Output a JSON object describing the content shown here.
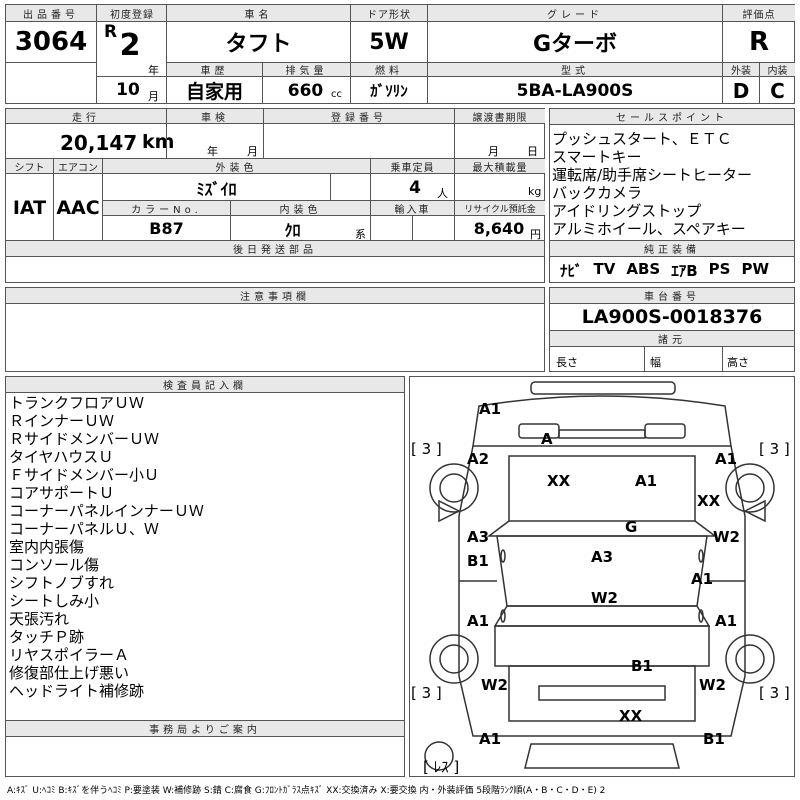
{
  "header": {
    "lot_no_label": "出品番号",
    "lot_no": "3064",
    "first_reg_label": "初度登録",
    "era": "R",
    "reg_year": "2",
    "year_unit": "年",
    "reg_month": "10",
    "month_unit": "月",
    "car_name_label": "車名",
    "car_name": "タフト",
    "history_label": "車歴",
    "history": "自家用",
    "displacement_label": "排気量",
    "displacement": "660",
    "cc_unit": "cc",
    "door_label": "ドア形状",
    "door": "5W",
    "fuel_label": "燃料",
    "fuel": "ｶﾞｿﾘﾝ",
    "grade_label": "グレード",
    "grade": "Gターボ",
    "model_label": "型式",
    "model": "5BA-LA900S",
    "score_label": "評価点",
    "score": "R",
    "exterior_label": "外装",
    "exterior": "D",
    "interior_label": "内装",
    "interior": "C"
  },
  "row2": {
    "mileage_label": "走行",
    "mileage": "20,147",
    "km_unit": "km",
    "inspection_label": "車検",
    "insp_year_unit": "年",
    "insp_month_unit": "月",
    "regno_label": "登録番号",
    "transfer_label": "譲渡書期限",
    "transfer_month_unit": "月",
    "transfer_day_unit": "日",
    "shift_label": "シフト",
    "shift": "IAT",
    "ac_label": "エアコン",
    "ac": "AAC",
    "color_label": "外装色",
    "color": "ﾐｽﾞｲﾛ",
    "capacity_label": "乗車定員",
    "capacity": "4",
    "capacity_unit": "人",
    "load_label": "最大積載量",
    "load_unit": "kg",
    "color_no_label": "カラーNo.",
    "color_no": "B87",
    "int_color_label": "内装色",
    "int_color": "ｸﾛ",
    "int_color_unit": "系",
    "import_label": "輸入車",
    "recycle_label": "リサイクル預託金",
    "recycle": "8,640",
    "yen_unit": "円",
    "later_parts_label": "後日発送部品"
  },
  "sales_points": {
    "label": "セールスポイント",
    "items": [
      "プッシュスタート、ＥＴＣ",
      "スマートキー",
      "運転席/助手席シートヒーター",
      "バックカメラ",
      "アイドリングストップ",
      "アルミホイール、スペアキー"
    ]
  },
  "equipment": {
    "label": "純正装備",
    "items": [
      "ﾅﾋﾞ",
      "TV",
      "ABS",
      "ｴｱB",
      "PS",
      "PW"
    ]
  },
  "notes": {
    "label": "注意事項欄"
  },
  "chassis": {
    "label": "車台番号",
    "value": "LA900S-0018376",
    "specs_label": "諸元",
    "length_label": "長さ",
    "width_label": "幅",
    "height_label": "高さ"
  },
  "inspector": {
    "label": "検査員記入欄",
    "lines": [
      "トランクフロアＵＷ",
      "ＲインナーＵＷ",
      "ＲサイドメンバーＵＷ",
      "タイヤハウスＵ",
      "Ｆサイドメンバー小Ｕ",
      "コアサポートＵ",
      "コーナーパネルインナーＵＷ",
      "コーナーパネルＵ、Ｗ",
      "室内内張傷",
      "コンソール傷",
      "シフトノブすれ",
      "シートしみ小",
      "天張汚れ",
      "タッチＰ跡",
      "リヤスポイラーＡ",
      "修復部仕上げ悪い",
      "ヘッドライト補修跡"
    ]
  },
  "office": {
    "label": "事務局よりご案内"
  },
  "diagram": {
    "tread_tl": "[ 3 ]",
    "tread_tr": "[ 3 ]",
    "tread_bl": "[ 3 ]",
    "tread_br": "[ 3 ]",
    "spare": "[ ﾚｽ ]",
    "marks": {
      "front_bumper": "A1",
      "front_hood": "A",
      "fender_fl": "A2",
      "fender_fr": "A1",
      "hood_left": "XX",
      "hood_right": "A1",
      "right_mirror": "XX",
      "roof": "G",
      "door_fl": "A3",
      "door_fr": "W2",
      "pillar_l": "B1",
      "roof_center": "A3",
      "door_rr": "A1",
      "roof_rear": "W2",
      "quarter_rl": "A1",
      "quarter_rr": "A1",
      "trunk": "B1",
      "rear_l": "W2",
      "rear_r": "W2",
      "rear_bumper": "XX",
      "rear_corner_l": "A1",
      "rear_corner_r": "B1"
    }
  },
  "legend": "A:ｷｽﾞ U:ﾍｺﾐ B:ｷｽﾞを伴うﾍｺﾐ P:要塗装 W:補修跡 S:錆 C:腐食 G:ﾌﾛﾝﾄｶﾞﾗｽ点ｷｽﾞ XX:交換済み X:要交換 内・外装評価 5段階ﾗﾝｸ順(A・B・C・D・E) 2"
}
